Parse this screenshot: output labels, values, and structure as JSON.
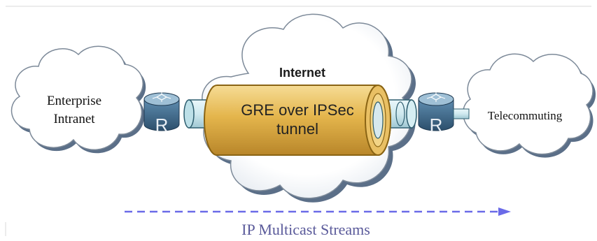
{
  "labels": {
    "internet": "Internet",
    "enterprise_line1": "Enterprise",
    "enterprise_line2": "Intranet",
    "telecommuting": "Telecommuting",
    "tunnel_line1": "GRE over IPSec",
    "tunnel_line2": "tunnel",
    "router_left": "R",
    "router_right": "R",
    "stream": "IP Multicast Streams"
  },
  "colors": {
    "cloud_fill": "#ffffff",
    "cloud_stroke": "#7d8a99",
    "cloud_shadow": "#5b6f88",
    "tunnel_body": "#e2b34a",
    "tunnel_light": "#f4d98a",
    "tunnel_edge": "#8a6414",
    "pipe_fill": "#cfe9ef",
    "pipe_stroke": "#2d5d6e",
    "router_body": "#3f6a8a",
    "router_top": "#9fc0d6",
    "stream_arrow": "#6a6ae8",
    "stream_text": "#5a5a9a"
  },
  "icons": {
    "router": "router-icon",
    "cloud": "cloud-icon",
    "tunnel": "tunnel-cylinder-icon"
  }
}
